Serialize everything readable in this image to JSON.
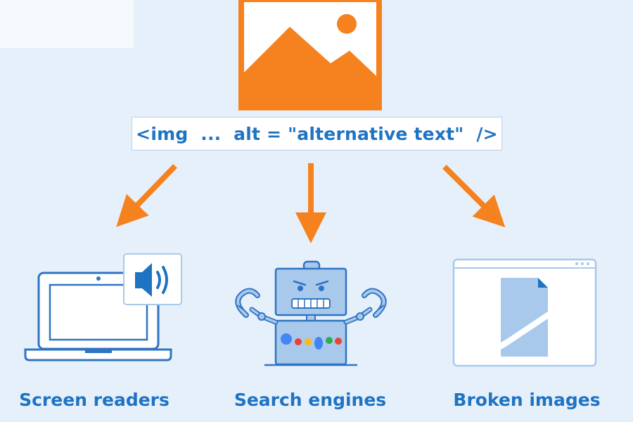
{
  "code_snippet": "<img  ...  alt = \"alternative text\"  />",
  "targets": [
    {
      "label": "Screen readers",
      "icon": "laptop-speaker-icon"
    },
    {
      "label": "Search engines",
      "icon": "robot-icon"
    },
    {
      "label": "Broken images",
      "icon": "broken-image-window-icon"
    }
  ],
  "icons": {
    "top": "image-placeholder-icon",
    "arrows": "arrow-icon"
  },
  "colors": {
    "background": "#e6f0fb",
    "accent_orange": "#f5821f",
    "text_blue": "#1f73c3",
    "line_blue": "#2f74c2",
    "fill_light_blue": "#a8c9ec",
    "google_blue": "#4285f4",
    "google_red": "#ea4335",
    "google_yellow": "#fbbc05",
    "google_green": "#34a853"
  }
}
